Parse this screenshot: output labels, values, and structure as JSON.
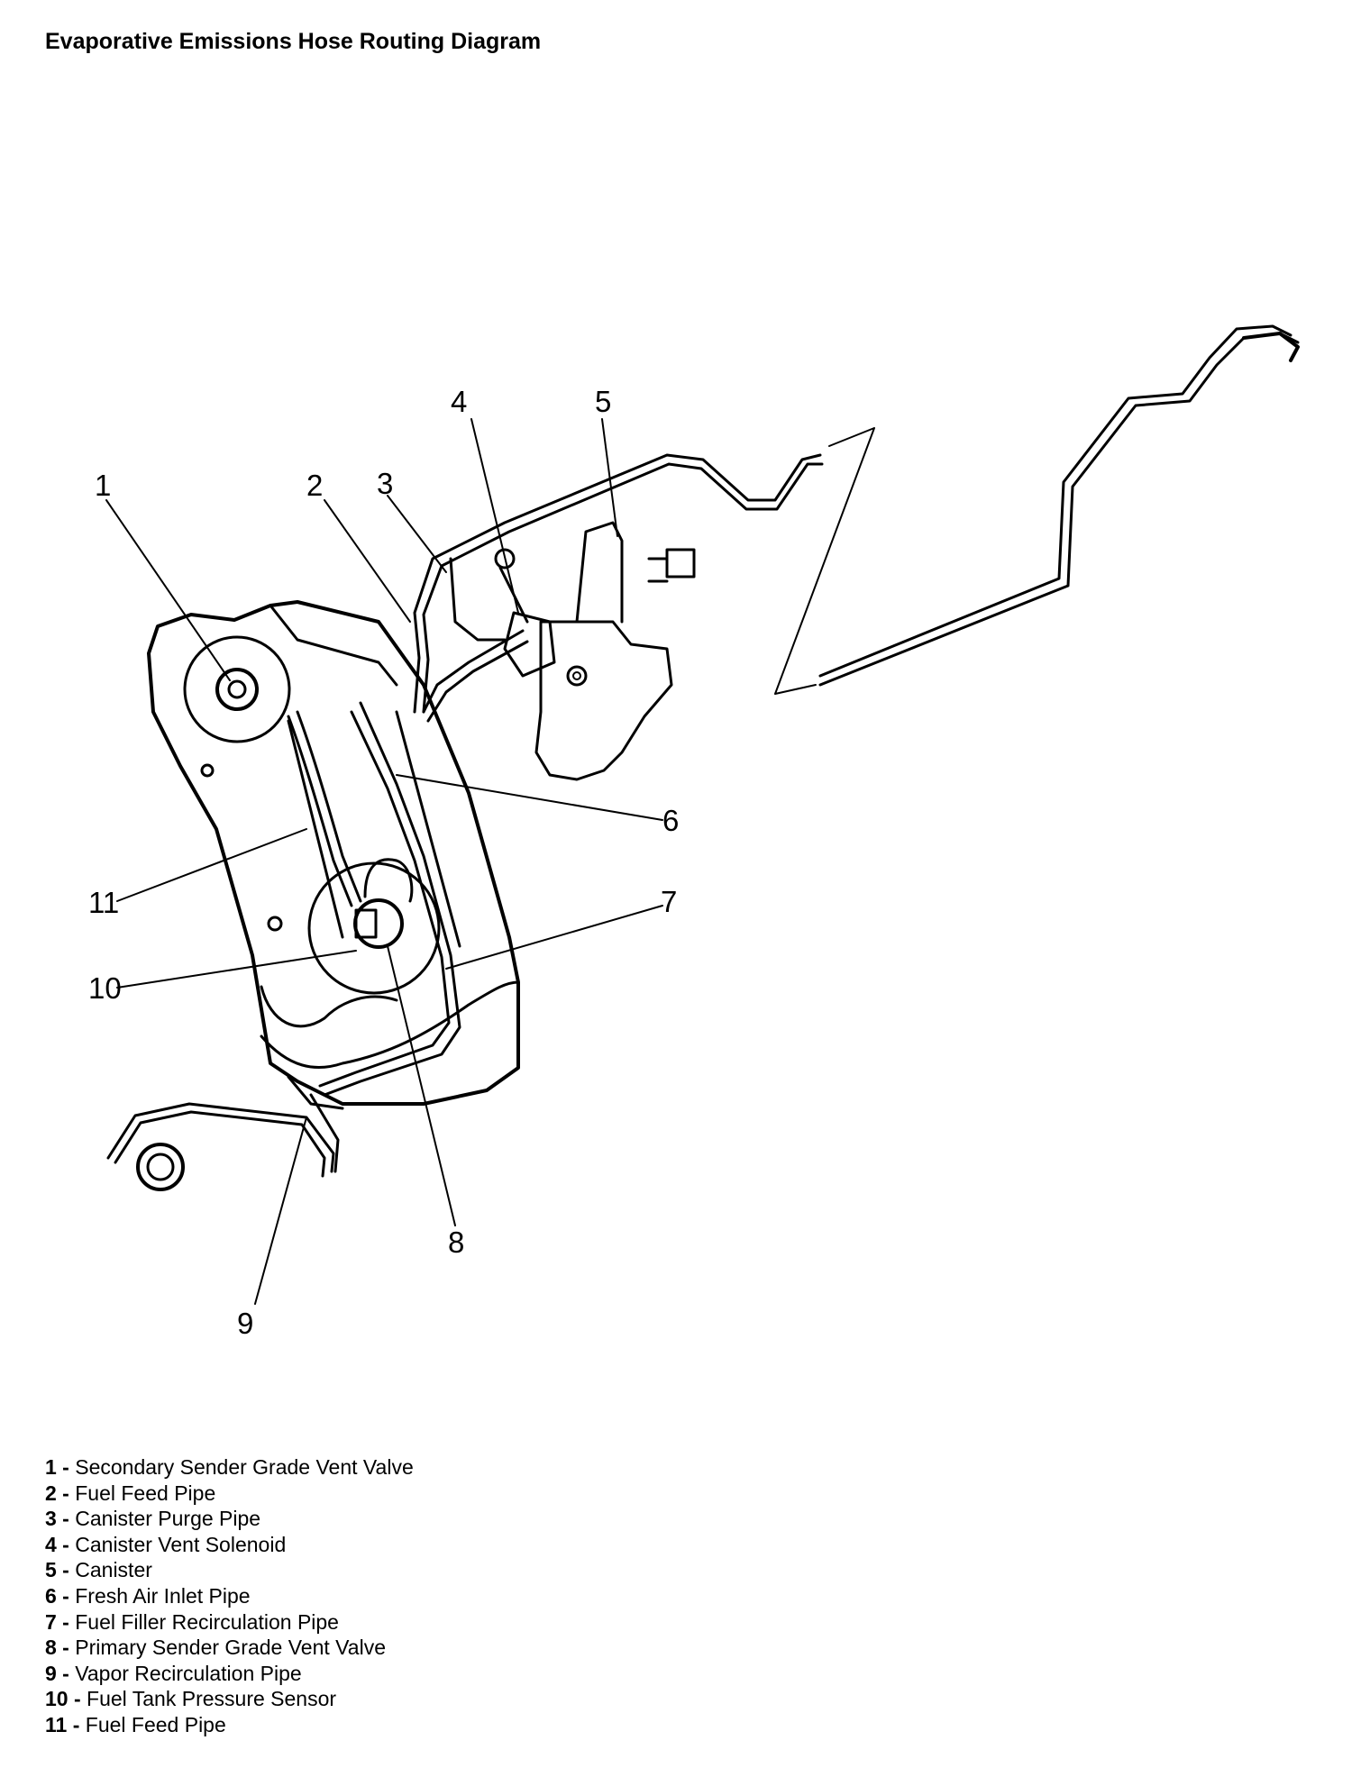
{
  "title": "Evaporative Emissions Hose Routing Diagram",
  "callouts": [
    "1",
    "2",
    "3",
    "4",
    "5",
    "6",
    "7",
    "8",
    "9",
    "10",
    "11"
  ],
  "legend": [
    {
      "num": "1",
      "sep": " - ",
      "text": "Secondary Sender Grade Vent Valve"
    },
    {
      "num": "2",
      "sep": " - ",
      "text": "Fuel Feed Pipe"
    },
    {
      "num": "3",
      "sep": " - ",
      "text": "Canister Purge Pipe"
    },
    {
      "num": "4",
      "sep": " - ",
      "text": "Canister Vent Solenoid"
    },
    {
      "num": "5",
      "sep": " - ",
      "text": "Canister"
    },
    {
      "num": "6",
      "sep": " - ",
      "text": "Fresh Air Inlet Pipe"
    },
    {
      "num": "7",
      "sep": " - ",
      "text": "Fuel Filler Recirculation Pipe"
    },
    {
      "num": "8",
      "sep": " - ",
      "text": "Primary Sender Grade Vent Valve"
    },
    {
      "num": "9",
      "sep": " - ",
      "text": "Vapor Recirculation Pipe"
    },
    {
      "num": "10",
      "sep": " - ",
      "text": "Fuel Tank Pressure Sensor"
    },
    {
      "num": "11",
      "sep": " - ",
      "text": "Fuel Feed Pipe"
    }
  ]
}
